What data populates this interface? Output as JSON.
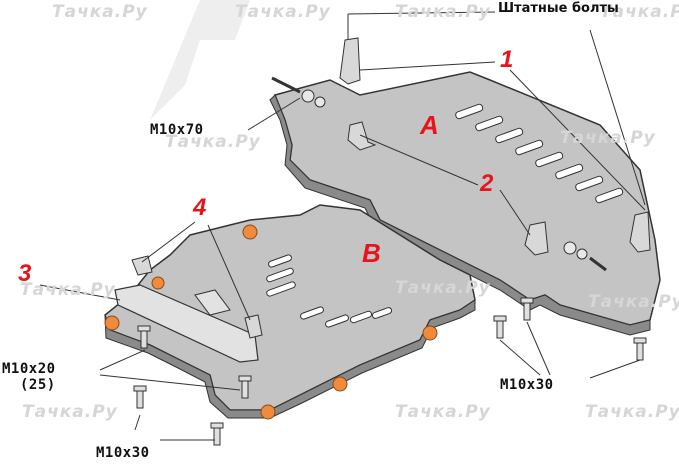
{
  "watermark": "Тачка.Ру",
  "labels": {
    "stock_bolts": "Штатные болты",
    "part_1": "1",
    "part_2": "2",
    "part_3": "3",
    "part_4": "4",
    "plate_a": "A",
    "plate_b": "B",
    "bolt_m10x70": "M10x70",
    "bolt_m10x20": "M10x20",
    "bolt_m10x20_alt": "(25)",
    "bolt_m10x30_left": "M10x30",
    "bolt_m10x30_right": "M10x30"
  },
  "colors": {
    "plate_fill": "#c4c4c4",
    "plate_stroke": "#333333",
    "bracket_fill": "#e2e2e2",
    "orange_pad": "#f08a3c",
    "label_red": "#e8141b"
  }
}
